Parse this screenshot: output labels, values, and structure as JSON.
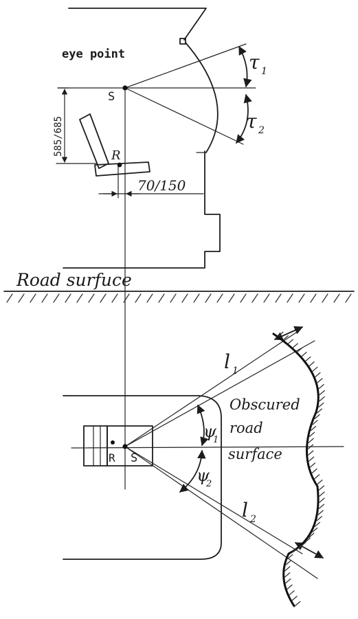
{
  "side_view": {
    "eye_point_label": "eye point",
    "point_s_label": "S",
    "point_r_label": "R",
    "height_dimension": "585/685",
    "offset_dimension": "70/150",
    "angle_upper_label": "τ",
    "angle_upper_index": "1",
    "angle_lower_label": "τ",
    "angle_lower_index": "2"
  },
  "road_surface_label": "Road surfuce",
  "top_view": {
    "point_r_label": "R",
    "point_s_label": "S",
    "distance_upper_label": "l",
    "distance_upper_index": "1",
    "distance_lower_label": "l",
    "distance_lower_index": "2",
    "angle_upper_label": "ψ",
    "angle_upper_index": "1",
    "angle_lower_label": "ψ",
    "angle_lower_index": "2",
    "obscured_line1": "Obscured",
    "obscured_line2": "road",
    "obscured_line3": "surface"
  }
}
